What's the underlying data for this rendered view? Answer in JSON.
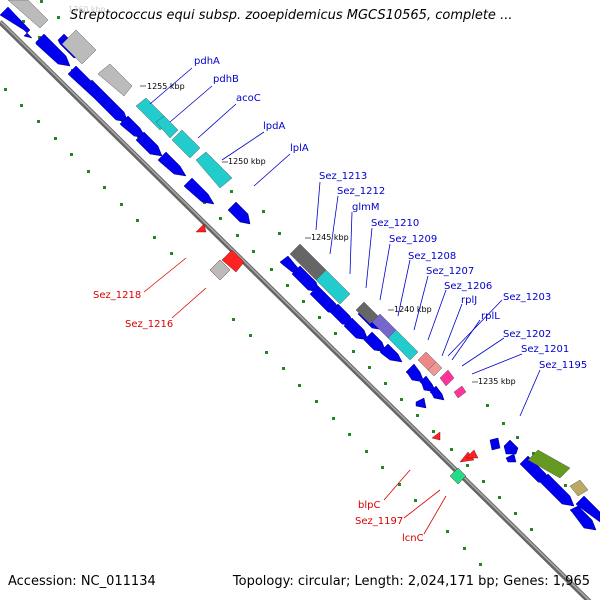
{
  "title": "Streptococcus equi subsp. zooepidemicus MGCS10565, complete ...",
  "accession": "Accession: NC_011134",
  "topology": "Topology: circular; Length: 2,024,171 bp; Genes: 1,965",
  "colors": {
    "backbone": "#808080",
    "forward_gene": "#0000ee",
    "label_forward": "#0000cc",
    "label_reverse": "#dd0000",
    "cog_cyan": "#22cccc",
    "cog_grey": "#bbbbbb",
    "cog_dark": "#666666",
    "cog_purple": "#7766cc",
    "cog_pink": "#ff3399",
    "cog_salmon": "#ee8888",
    "cog_olive": "#669922",
    "cog_tan": "#bbaa66",
    "cog_green": "#22dd88",
    "gc_dots": "#228822"
  },
  "ticks": [
    {
      "label": "1260 kbp"
    },
    {
      "label": "1255 kbp"
    },
    {
      "label": "1250 kbp"
    },
    {
      "label": "1245 kbp"
    },
    {
      "label": "1240 kbp"
    },
    {
      "label": "1235 kbp"
    }
  ],
  "forward_labels": [
    {
      "name": "pdhA"
    },
    {
      "name": "pdhB"
    },
    {
      "name": "acoC"
    },
    {
      "name": "lpdA"
    },
    {
      "name": "lplA"
    },
    {
      "name": "Sez_1213"
    },
    {
      "name": "Sez_1212"
    },
    {
      "name": "glmM"
    },
    {
      "name": "Sez_1210"
    },
    {
      "name": "Sez_1209"
    },
    {
      "name": "Sez_1208"
    },
    {
      "name": "Sez_1207"
    },
    {
      "name": "Sez_1206"
    },
    {
      "name": "rplJ"
    },
    {
      "name": "Sez_1203"
    },
    {
      "name": "rplL"
    },
    {
      "name": "Sez_1202"
    },
    {
      "name": "Sez_1201"
    },
    {
      "name": "Sez_1195"
    }
  ],
  "reverse_labels": [
    {
      "name": "Sez_1218"
    },
    {
      "name": "Sez_1216"
    },
    {
      "name": "blpC"
    },
    {
      "name": "Sez_1197"
    },
    {
      "name": "lcnC"
    }
  ]
}
